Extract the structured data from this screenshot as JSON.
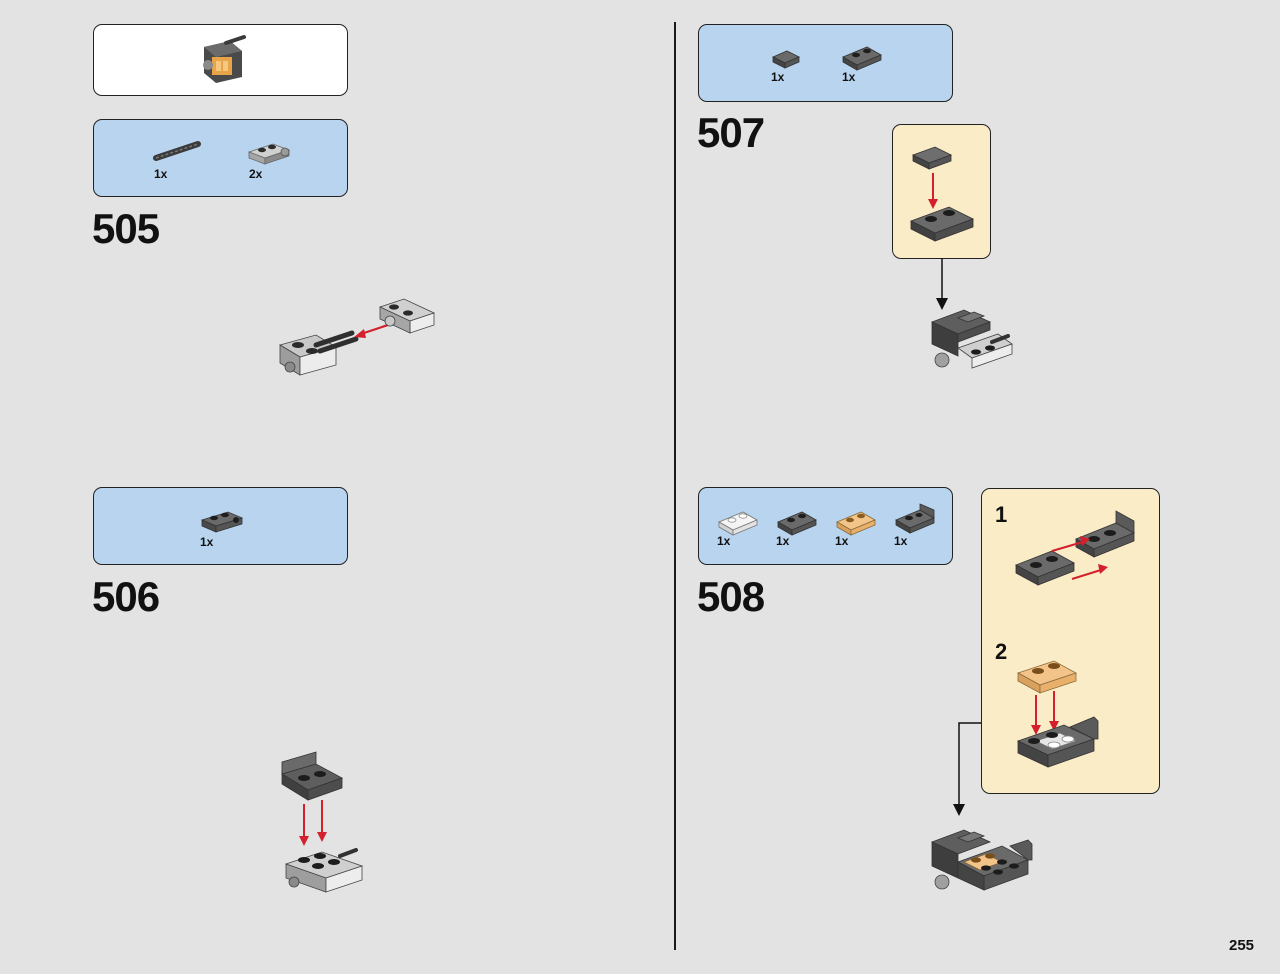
{
  "page_number": "255",
  "steps": [
    {
      "number": "505",
      "parts": [
        {
          "qty": "1x",
          "part": "dark-grey-bar-icon"
        },
        {
          "qty": "2x",
          "part": "grey-bracket-plate-icon"
        }
      ]
    },
    {
      "number": "506",
      "parts": [
        {
          "qty": "1x",
          "part": "dark-grey-bracket-icon"
        }
      ]
    },
    {
      "number": "507",
      "parts": [
        {
          "qty": "1x",
          "part": "dark-grey-tile-icon"
        },
        {
          "qty": "1x",
          "part": "dark-grey-plate-1x2-icon"
        }
      ]
    },
    {
      "number": "508",
      "parts": [
        {
          "qty": "1x",
          "part": "white-plate-1x2-icon"
        },
        {
          "qty": "1x",
          "part": "dark-grey-plate-1x2-icon"
        },
        {
          "qty": "1x",
          "part": "tan-transparent-plate-1x2-icon"
        },
        {
          "qty": "1x",
          "part": "dark-grey-bracket-1x2-icon"
        }
      ],
      "substeps": [
        "1",
        "2"
      ]
    }
  ],
  "colors": {
    "background": "#e3e3e3",
    "parts_box": "#b8d4ee",
    "callout_box": "#fbecc8",
    "arrow_red": "#d4202c",
    "dark_grey_brick": "#5c5c5c",
    "light_grey_brick": "#bdbdbd",
    "tan_brick": "#e8b06a"
  }
}
